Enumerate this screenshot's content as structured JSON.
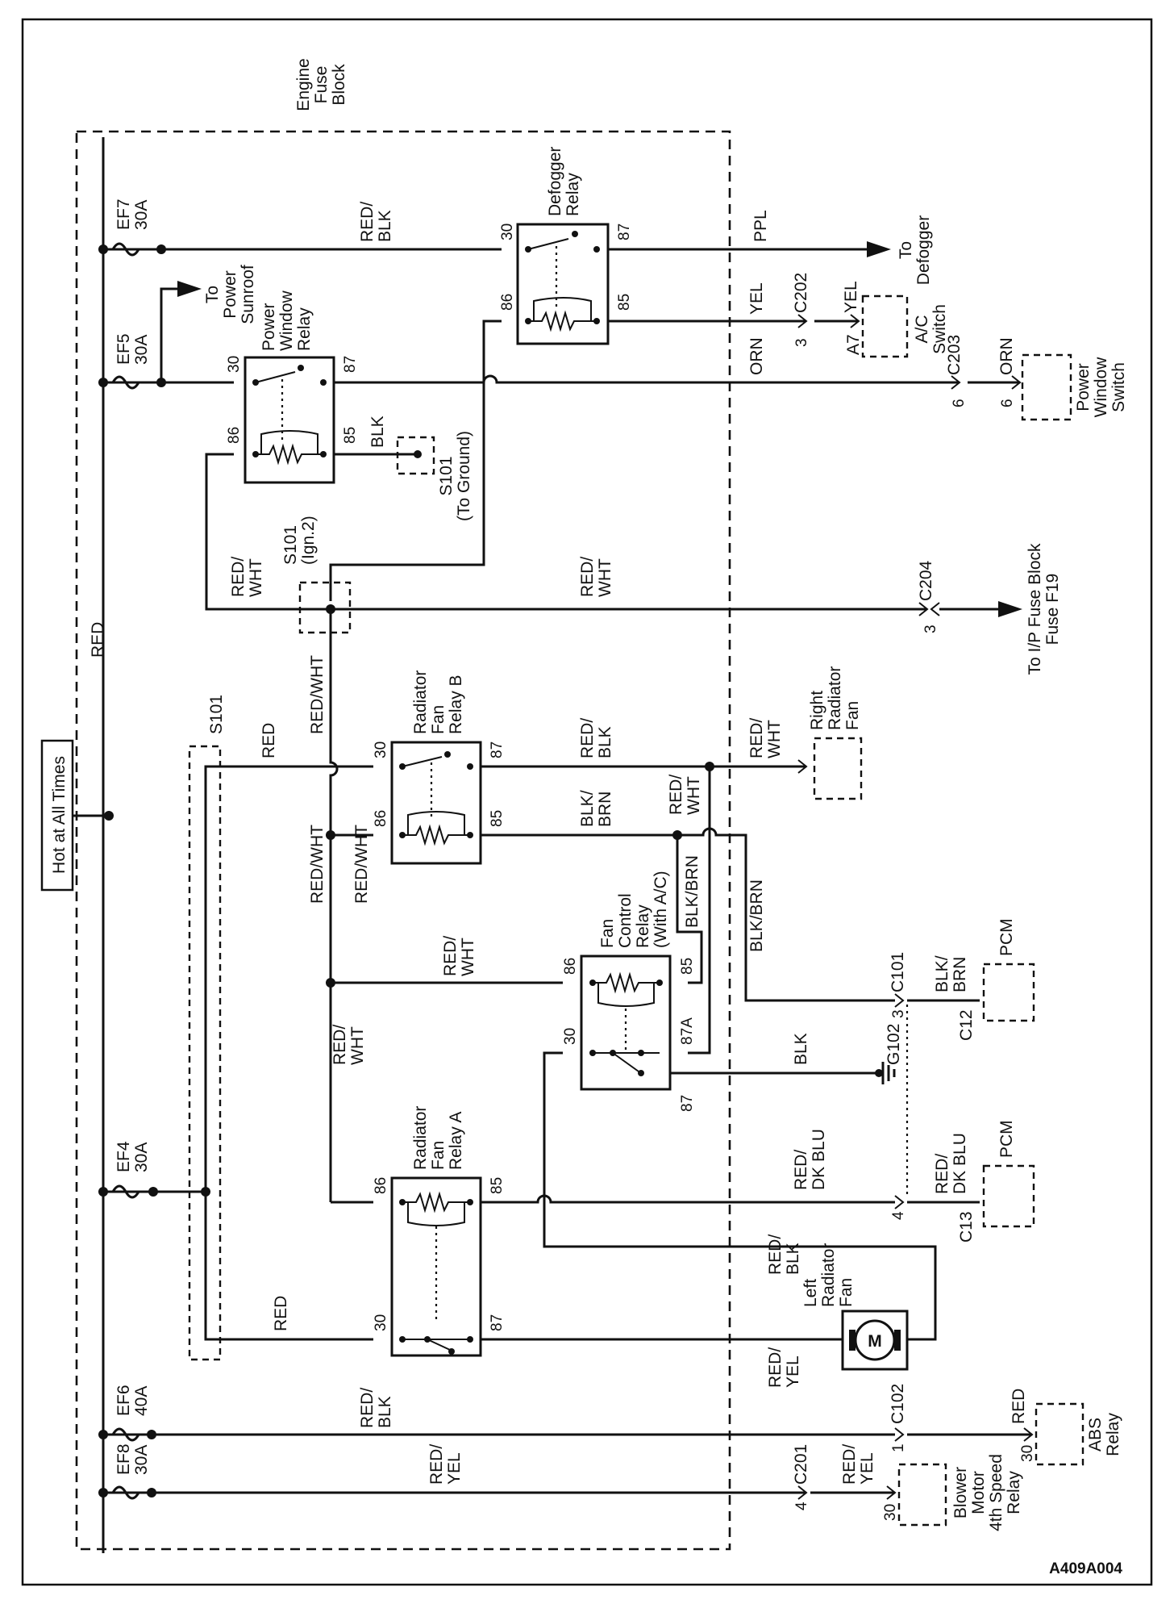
{
  "header": {
    "hot_at_all_times": "Hot at All Times",
    "bus_wire": "RED"
  },
  "engine_fuse_block": [
    "Engine",
    "Fuse",
    "Block"
  ],
  "fuses": {
    "ef7": [
      "EF7",
      "30A"
    ],
    "ef5": [
      "EF5",
      "30A"
    ],
    "ef4": [
      "EF4",
      "30A"
    ],
    "ef6": [
      "EF6",
      "40A"
    ],
    "ef8": [
      "EF8",
      "30A"
    ]
  },
  "relays": {
    "defogger": {
      "label": [
        "Defogger",
        "Relay"
      ],
      "pins": [
        "30",
        "87",
        "86",
        "85"
      ]
    },
    "power_window": {
      "label": [
        "Power",
        "Window",
        "Relay"
      ],
      "pins": [
        "30",
        "87",
        "86",
        "85"
      ]
    },
    "fan_b": {
      "label": [
        "Radiator",
        "Fan",
        "Relay B"
      ],
      "pins": [
        "30",
        "87",
        "86",
        "85"
      ]
    },
    "fan_control": {
      "label": [
        "Fan",
        "Control",
        "Relay",
        "(With A/C)"
      ],
      "pins": [
        "86",
        "85",
        "30",
        "87A",
        "87"
      ]
    },
    "fan_a": {
      "label": [
        "Radiator",
        "Fan",
        "Relay A"
      ],
      "pins": [
        "86",
        "85",
        "30",
        "87"
      ]
    }
  },
  "wires": {
    "red_blk": [
      "RED/",
      "BLK"
    ],
    "red_wht": [
      "RED/",
      "WHT"
    ],
    "red_wht_single": "RED/WHT",
    "blk_brn": [
      "BLK/",
      "BRN"
    ],
    "blk_brn_single": "BLK/BRN",
    "red_dkblu": [
      "RED/",
      "DK BLU"
    ],
    "red_yel": [
      "RED/",
      "YEL"
    ],
    "red": "RED",
    "blk": "BLK",
    "ppl": "PPL",
    "yel": "YEL",
    "orn": "ORN"
  },
  "splices": {
    "s101_ground": [
      "S101",
      "(To Ground)"
    ],
    "s101_ign2": [
      "S101",
      "(Ign.2)"
    ],
    "s101": "S101"
  },
  "ground": "G102",
  "connectors": {
    "c202": "C202",
    "a7": "A7",
    "c203": "C203",
    "c204": "C204",
    "c101": "C101",
    "c12": "C12",
    "c13": "C13",
    "c102": "C102",
    "c201": "C201"
  },
  "pin_numbers": {
    "three": "3",
    "six": "6",
    "four": "4",
    "one": "1",
    "thirty": "30"
  },
  "destinations": {
    "power_sunroof": [
      "To",
      "Power",
      "Sunroof"
    ],
    "defogger": [
      "To",
      "Defogger"
    ],
    "ip_fuse": [
      "To I/P Fuse Block",
      "Fuse F19"
    ]
  },
  "components": {
    "ac_switch": [
      "A/C",
      "Switch"
    ],
    "power_window_switch": [
      "Power",
      "Window",
      "Switch"
    ],
    "right_fan": [
      "Right",
      "Radiator",
      "Fan"
    ],
    "pcm": "PCM",
    "left_fan": [
      "Left",
      "Radiator",
      "Fan"
    ],
    "motor_symbol": "M",
    "abs_relay": [
      "ABS",
      "Relay"
    ],
    "blower_relay": [
      "Blower",
      "Motor",
      "4th Speed",
      "Relay"
    ]
  },
  "figure_id": "A409A004"
}
